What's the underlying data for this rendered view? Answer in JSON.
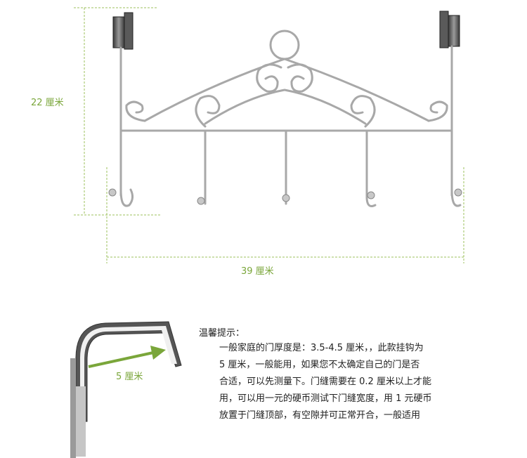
{
  "dimensions": {
    "height_label": "22 厘米",
    "width_label": "39 厘米",
    "door_gap_label": "5 厘米"
  },
  "tips": {
    "title": "温馨提示：",
    "lines": [
      "一般家庭的门厚度是：3.5-4.5 厘米，，此款挂钩为",
      "5 厘米，一般能用，如果您不太确定自己的门是否",
      "合适，可以先测量下。门缝需要在 0.2 厘米以上才能",
      "用，可以用一元的硬币测试下门缝宽度，用 1 元硬币",
      "放置于门缝顶部，有空隙并可正常开合，一般适用"
    ]
  },
  "colors": {
    "dimension": "#7aa63a",
    "metal": "#a8a8a8",
    "clip": "#4a4a4a"
  }
}
